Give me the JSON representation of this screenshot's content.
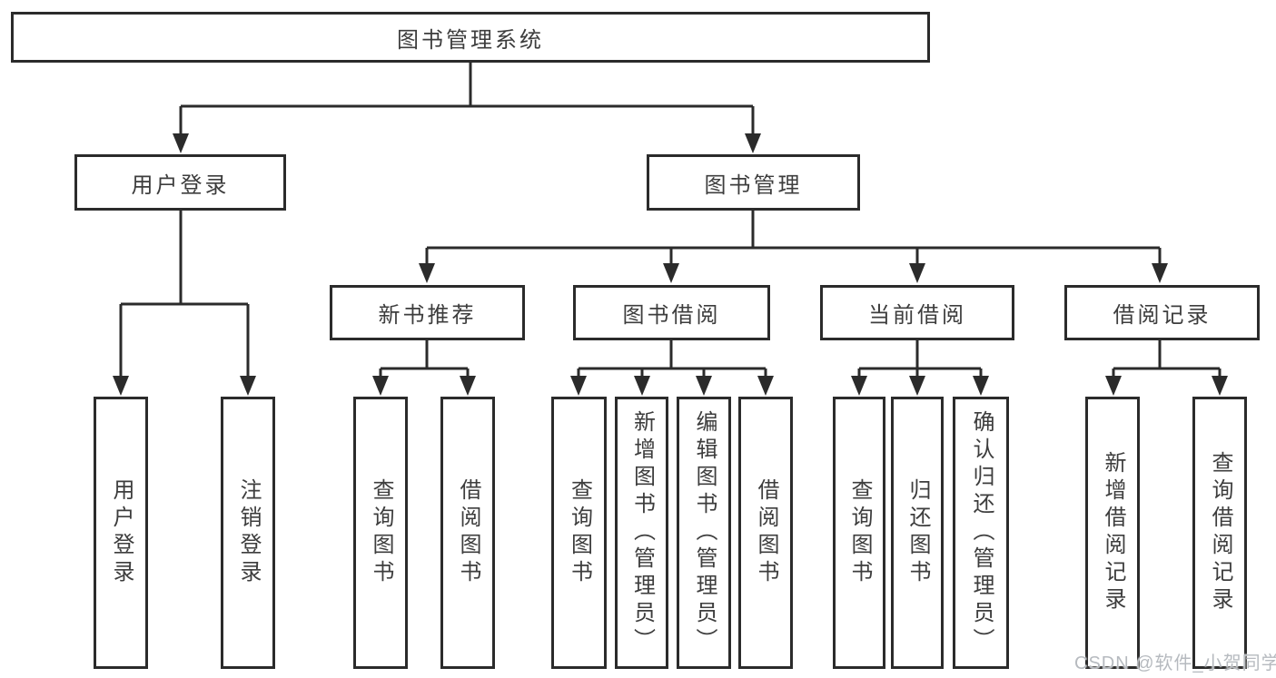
{
  "diagram": {
    "title": "图书管理系统",
    "level1": [
      {
        "label": "用户登录",
        "children": [
          "用户登录",
          "注销登录"
        ]
      },
      {
        "label": "图书管理",
        "children": [
          {
            "label": "新书推荐",
            "children": [
              "查询图书",
              "借阅图书"
            ]
          },
          {
            "label": "图书借阅",
            "children": [
              "查询图书",
              "新增图书（管理员）",
              "编辑图书（管理员）",
              "借阅图书"
            ]
          },
          {
            "label": "当前借阅",
            "children": [
              "查询图书",
              "归还图书",
              "确认归还（管理员）"
            ]
          },
          {
            "label": "借阅记录",
            "children": [
              "新增借阅记录",
              "查询借阅记录"
            ]
          }
        ]
      }
    ]
  },
  "watermark": {
    "text": "CSDN @软件_小贺同学"
  },
  "colors": {
    "line": "#2b2b2b",
    "node_text": "#3d3d3d",
    "background": "#ffffff",
    "watermark_text": "#b6babf"
  }
}
